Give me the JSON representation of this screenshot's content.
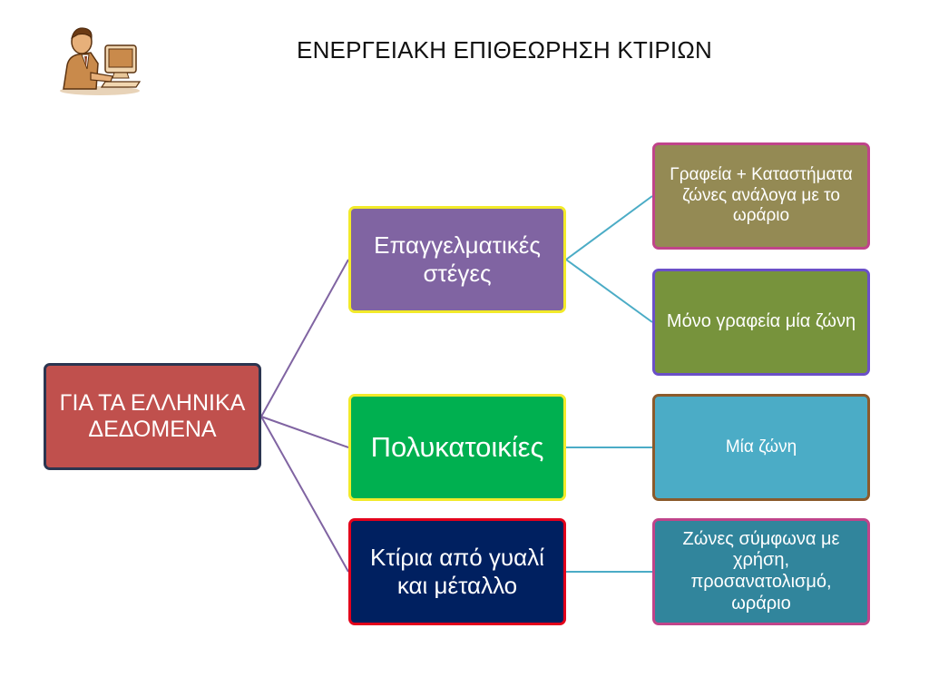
{
  "slide": {
    "title": "ΕΝΕΡΓΕΙΑΚΗ ΕΠΙΘΕΩΡΗΣΗ ΚΤΙΡΙΩΝ"
  },
  "colors": {
    "root_fill": "#c0504d",
    "commercial_fill": "#8064a2",
    "apartments_fill": "#00b050",
    "glass_fill": "#002060",
    "offices_shops_fill": "#948a54",
    "offices_only_fill": "#77933c",
    "one_zone_fill": "#4bacc6",
    "zones_usage_fill": "#31859c",
    "connector_left": "#8064a2",
    "connector_right": "#4bacc6"
  },
  "diagram": {
    "root": {
      "label": "ΓΙΑ ΤΑ ΕΛΛΗΝΙΚΑ ΔΕΔΟΜΕΝΑ"
    },
    "branches": [
      {
        "label": "Επαγγελματικές στέγες",
        "children": [
          {
            "label": "Γραφεία + Καταστήματα ζώνες ανάλογα με το ωράριο"
          },
          {
            "label": "Μόνο γραφεία μία ζώνη"
          }
        ]
      },
      {
        "label": "Πολυκατοικίες",
        "children": [
          {
            "label": "Μία ζώνη"
          }
        ]
      },
      {
        "label": "Κτίρια από γυαλί και μέταλλο",
        "children": [
          {
            "label": "Ζώνες σύμφωνα με χρήση, προσανατολισμό, ωράριο"
          }
        ]
      }
    ]
  }
}
